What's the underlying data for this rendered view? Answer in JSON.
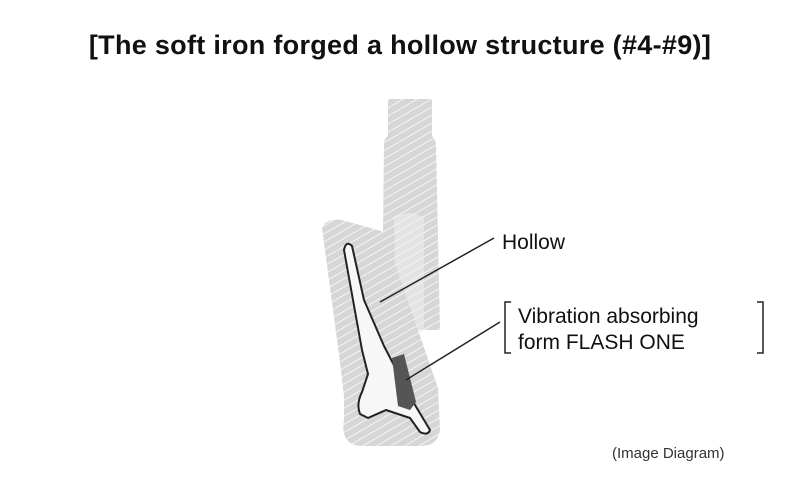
{
  "title": "[The soft iron forged a hollow structure (#4-#9)]",
  "labels": {
    "hollow": "Hollow",
    "vibration_line1": "Vibration absorbing",
    "vibration_line2": "form FLASH ONE"
  },
  "caption": "(Image Diagram)",
  "colors": {
    "club_fill": "#d4d4d4",
    "hatch": "#f2f2f2",
    "outline": "#222222",
    "insert": "#555555"
  }
}
